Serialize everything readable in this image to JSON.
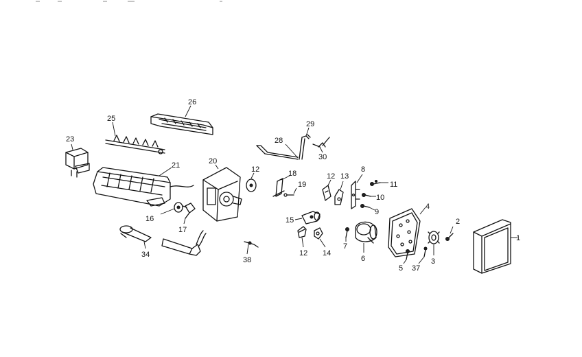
{
  "header_text": "",
  "callouts": {
    "c1": "1",
    "c2": "2",
    "c3": "3",
    "c4": "4",
    "c5": "5",
    "c6": "6",
    "c7": "7",
    "c8": "8",
    "c9": "9",
    "c10": "10",
    "c11": "11",
    "c12a": "12",
    "c12b": "12",
    "c12c": "12",
    "c13": "13",
    "c14": "14",
    "c15": "15",
    "c16": "16",
    "c17": "17",
    "c18": "18",
    "c19": "19",
    "c20": "20",
    "c21": "21",
    "c23": "23",
    "c25": "25",
    "c26": "26",
    "c28": "28",
    "c29": "29",
    "c30": "30",
    "c34": "34",
    "c37": "37",
    "c38": "38"
  }
}
